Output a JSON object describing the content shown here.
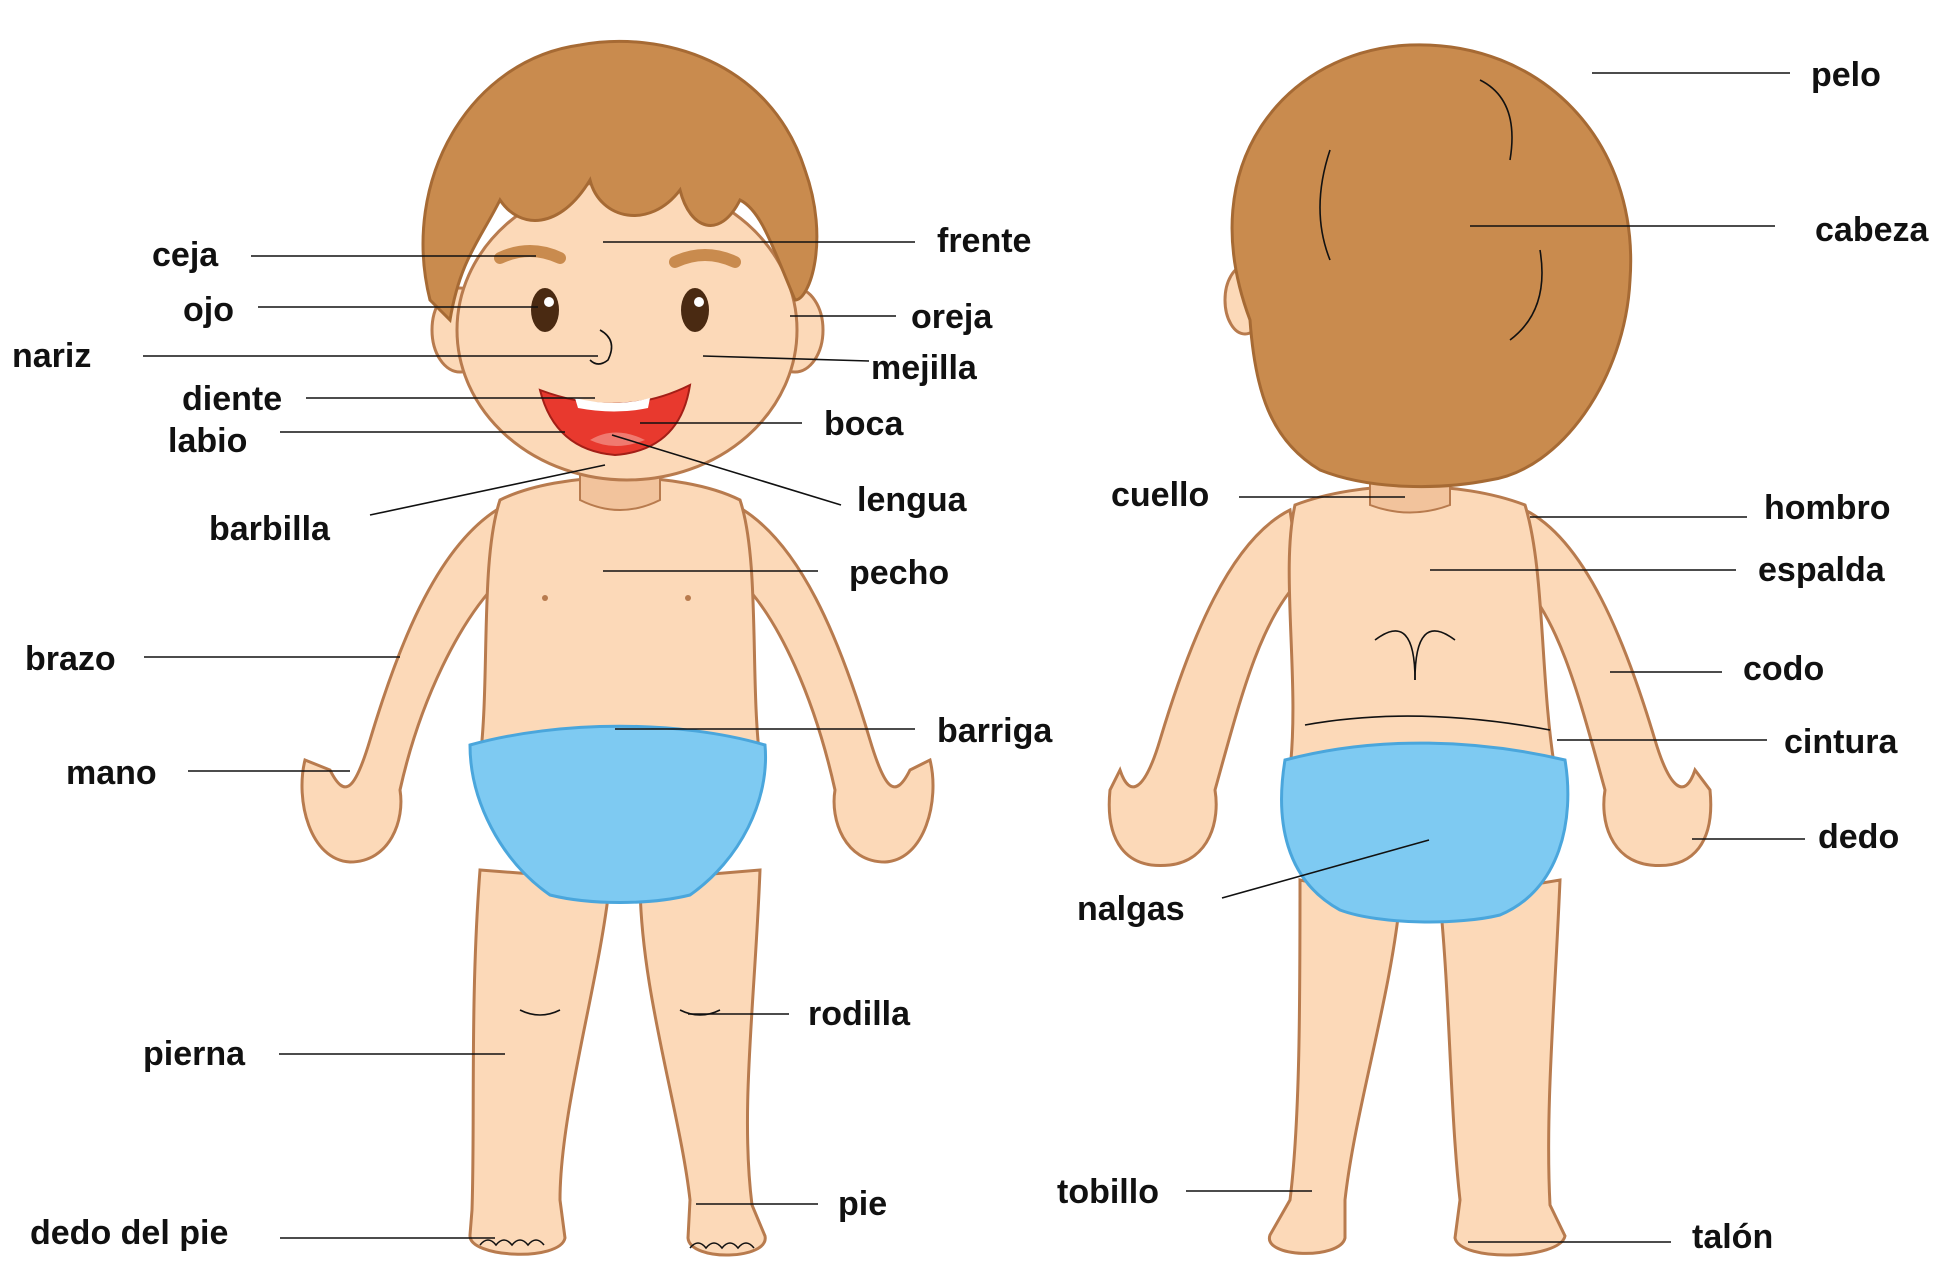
{
  "colors": {
    "skin": "#fcd9b8",
    "skin_shadow": "#f2b98f",
    "outline": "#b87b4e",
    "hair": "#c98b4e",
    "hair_dark": "#a66a34",
    "underwear": "#7ecaf2",
    "underwear_dark": "#4aa6dc",
    "mouth": "#e8392e",
    "leader_line": "#111111",
    "label_text": "#111111"
  },
  "labels": {
    "front": {
      "ceja": "ceja",
      "ojo": "ojo",
      "nariz": "nariz",
      "diente": "diente",
      "labio": "labio",
      "barbilla": "barbilla",
      "brazo": "brazo",
      "mano": "mano",
      "pierna": "pierna",
      "dedo_del_pie": "dedo del pie",
      "frente": "frente",
      "oreja": "oreja",
      "mejilla": "mejilla",
      "boca": "boca",
      "lengua": "lengua",
      "pecho": "pecho",
      "barriga": "barriga",
      "rodilla": "rodilla",
      "pie": "pie"
    },
    "back": {
      "pelo": "pelo",
      "cabeza": "cabeza",
      "cuello": "cuello",
      "hombro": "hombro",
      "espalda": "espalda",
      "codo": "codo",
      "cintura": "cintura",
      "dedo": "dedo",
      "nalgas": "nalgas",
      "tobillo": "tobillo",
      "talon": "talón"
    }
  }
}
